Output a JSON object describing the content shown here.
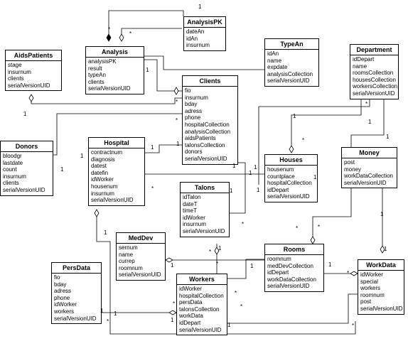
{
  "classes": {
    "analysispk": {
      "name": "AnalysisPK",
      "attrs": [
        "dateAn",
        "idAn",
        "insurnum"
      ]
    },
    "aidspatients": {
      "name": "AidsPatients",
      "attrs": [
        "stage",
        "insurnum",
        "clients",
        "serialVersionUID"
      ]
    },
    "analysis": {
      "name": "Analysis",
      "attrs": [
        "analysisPK",
        "result",
        "typeAn",
        "clients",
        "serialVersionUID"
      ]
    },
    "typean": {
      "name": "TypeAn",
      "attrs": [
        "idAn",
        "name",
        "expdate",
        "analysisCollection",
        "serialVersionUID"
      ]
    },
    "department": {
      "name": "Department",
      "attrs": [
        "idDepart",
        "name",
        "roomsCollection",
        "housesCollection",
        "workersCollection",
        "serialVersionUID"
      ]
    },
    "clients": {
      "name": "Clients",
      "attrs": [
        "fio",
        "insurnum",
        "bday",
        "adress",
        "phone",
        "hospitalCollection",
        "analysisCollection",
        "aidsPatients",
        "talonsCollection",
        "donors",
        "serialVersionUID"
      ]
    },
    "donors": {
      "name": "Donors",
      "attrs": [
        "bloodgr",
        "lastdate",
        "count",
        "insurnum",
        "clients",
        "serialVersionUID"
      ]
    },
    "hospital": {
      "name": "Hospital",
      "attrs": [
        "contractnum",
        "diagnosis",
        "datest",
        "datefin",
        "idWorker",
        "housenum",
        "insurnum",
        "serialVersionUID"
      ]
    },
    "houses": {
      "name": "Houses",
      "attrs": [
        "housenum",
        "countplace",
        "hospitalCollection",
        "idDepart",
        "serialVersionUID"
      ]
    },
    "money": {
      "name": "Money",
      "attrs": [
        "post",
        "money",
        "workDataCollection",
        "serialVersionUID"
      ]
    },
    "talons": {
      "name": "Talons",
      "attrs": [
        "idTalon",
        "dateT",
        "timeT",
        "idWorker",
        "insurnum",
        "serialVersionUID"
      ]
    },
    "meddev": {
      "name": "MedDev",
      "attrs": [
        "sernum",
        "name",
        "currep",
        "roomnum",
        "serialVersionUID"
      ]
    },
    "rooms": {
      "name": "Rooms",
      "attrs": [
        "roomnum",
        "medDevCollection",
        "idDepart",
        "workDataCollection",
        "serialVersionUID"
      ]
    },
    "persdata": {
      "name": "PersData",
      "attrs": [
        "fio",
        "bday",
        "adress",
        "phone",
        "idWorker",
        "workers",
        "serialVersionUID"
      ]
    },
    "workers": {
      "name": "Workers",
      "attrs": [
        "idWorker",
        "hospitalCollection",
        "persData",
        "talonsCollection",
        "workData",
        "idDepart",
        "serialVersionUID"
      ]
    },
    "workdata": {
      "name": "WorkData",
      "attrs": [
        "idWorker",
        "special",
        "workers",
        "roomnum",
        "post",
        "serialVersionUID"
      ]
    }
  },
  "multiplicities": [
    "1",
    "*",
    "*",
    "1",
    "1",
    "*",
    "1",
    "*",
    "1",
    "1",
    "*",
    "1",
    "1",
    "1",
    "*",
    "1",
    "1",
    "*",
    "1",
    "1",
    "*",
    "1",
    "*",
    "1",
    "1",
    "*",
    "*",
    "1",
    "*",
    "1",
    "1",
    "*",
    "1",
    "*",
    "1",
    "1",
    "*",
    "1",
    "*",
    "1",
    "1",
    "*",
    "1",
    "*",
    "1"
  ]
}
